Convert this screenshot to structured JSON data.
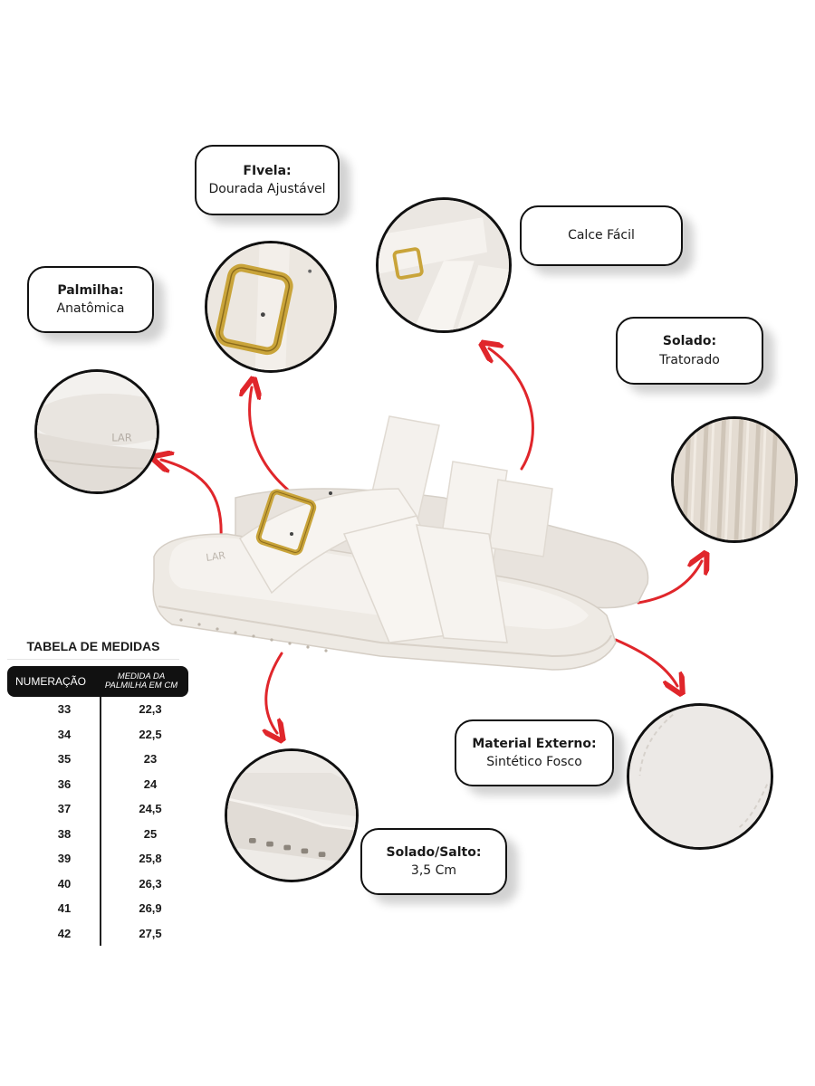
{
  "callouts": {
    "fivela": {
      "title": "FIvela:",
      "value": "Dourada Ajustável"
    },
    "palmilha": {
      "title": "Palmilha:",
      "value": "Anatômica"
    },
    "calce": {
      "title": "",
      "value": "Calce Fácil"
    },
    "solado": {
      "title": "Solado:",
      "value": "Tratorado"
    },
    "material": {
      "title": "Material Externo:",
      "value": "Sintético Fosco"
    },
    "solado_salto": {
      "title": "Solado/Salto:",
      "value": "3,5 Cm"
    }
  },
  "size_table": {
    "title": "TABELA DE MEDIDAS",
    "headers": [
      "NUMERAÇÃO",
      "MEDIDA DA PALMILHA EM CM"
    ],
    "header_2_line1": "MEDIDA DA",
    "header_2_line2": "PALMILHA EM CM",
    "rows": [
      {
        "size": "33",
        "cm": "22,3"
      },
      {
        "size": "34",
        "cm": "22,5"
      },
      {
        "size": "35",
        "cm": "23"
      },
      {
        "size": "36",
        "cm": "24"
      },
      {
        "size": "37",
        "cm": "24,5"
      },
      {
        "size": "38",
        "cm": "25"
      },
      {
        "size": "39",
        "cm": "25,8"
      },
      {
        "size": "40",
        "cm": "26,3"
      },
      {
        "size": "41",
        "cm": "26,9"
      },
      {
        "size": "42",
        "cm": "27,5"
      }
    ]
  },
  "product": {
    "brand_mark": "LAR"
  },
  "colors": {
    "arrow": "#e0262b",
    "sandal": "#efebe6",
    "buckle": "#c9a43a",
    "outline": "#111111"
  }
}
